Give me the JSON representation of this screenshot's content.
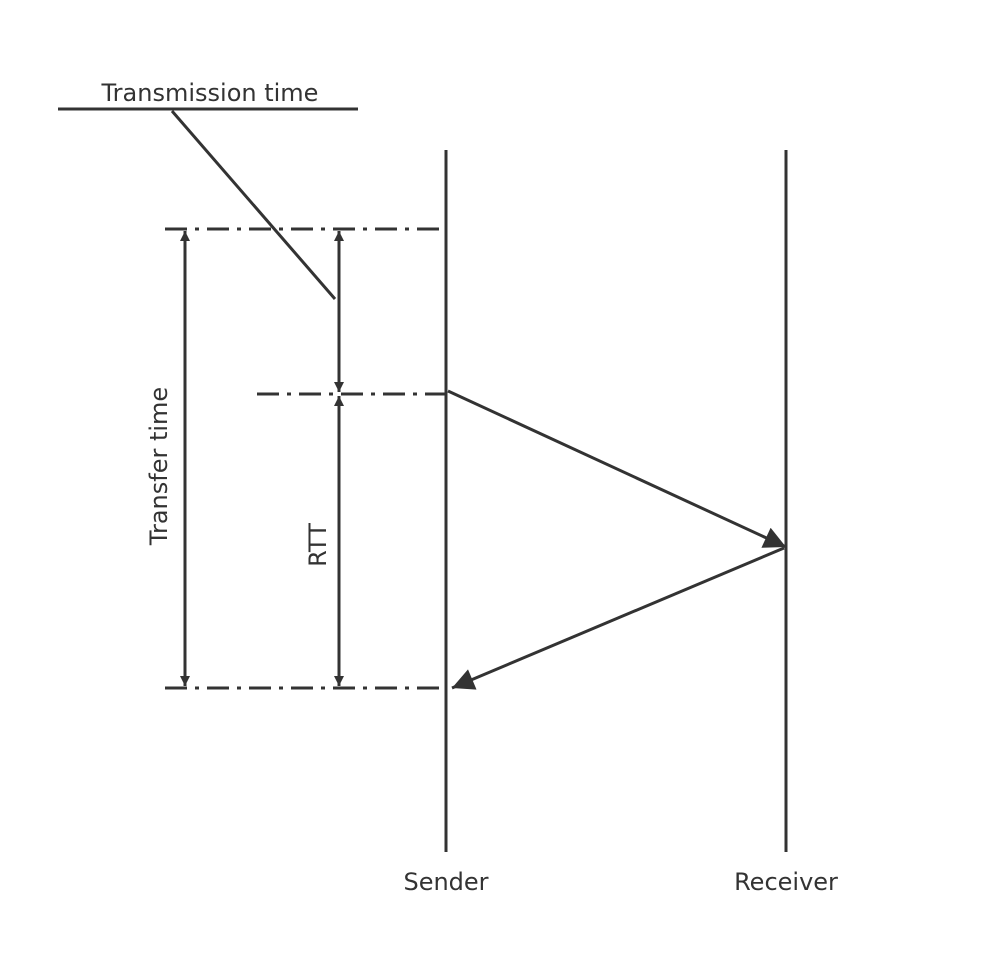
{
  "labels": {
    "transmission_time": "Transmission time",
    "transfer_time": "Transfer time",
    "rtt": "RTT",
    "sender": "Sender",
    "receiver": "Receiver"
  },
  "colors": {
    "stroke": "#333333",
    "text": "#333333",
    "background": "#ffffff"
  }
}
